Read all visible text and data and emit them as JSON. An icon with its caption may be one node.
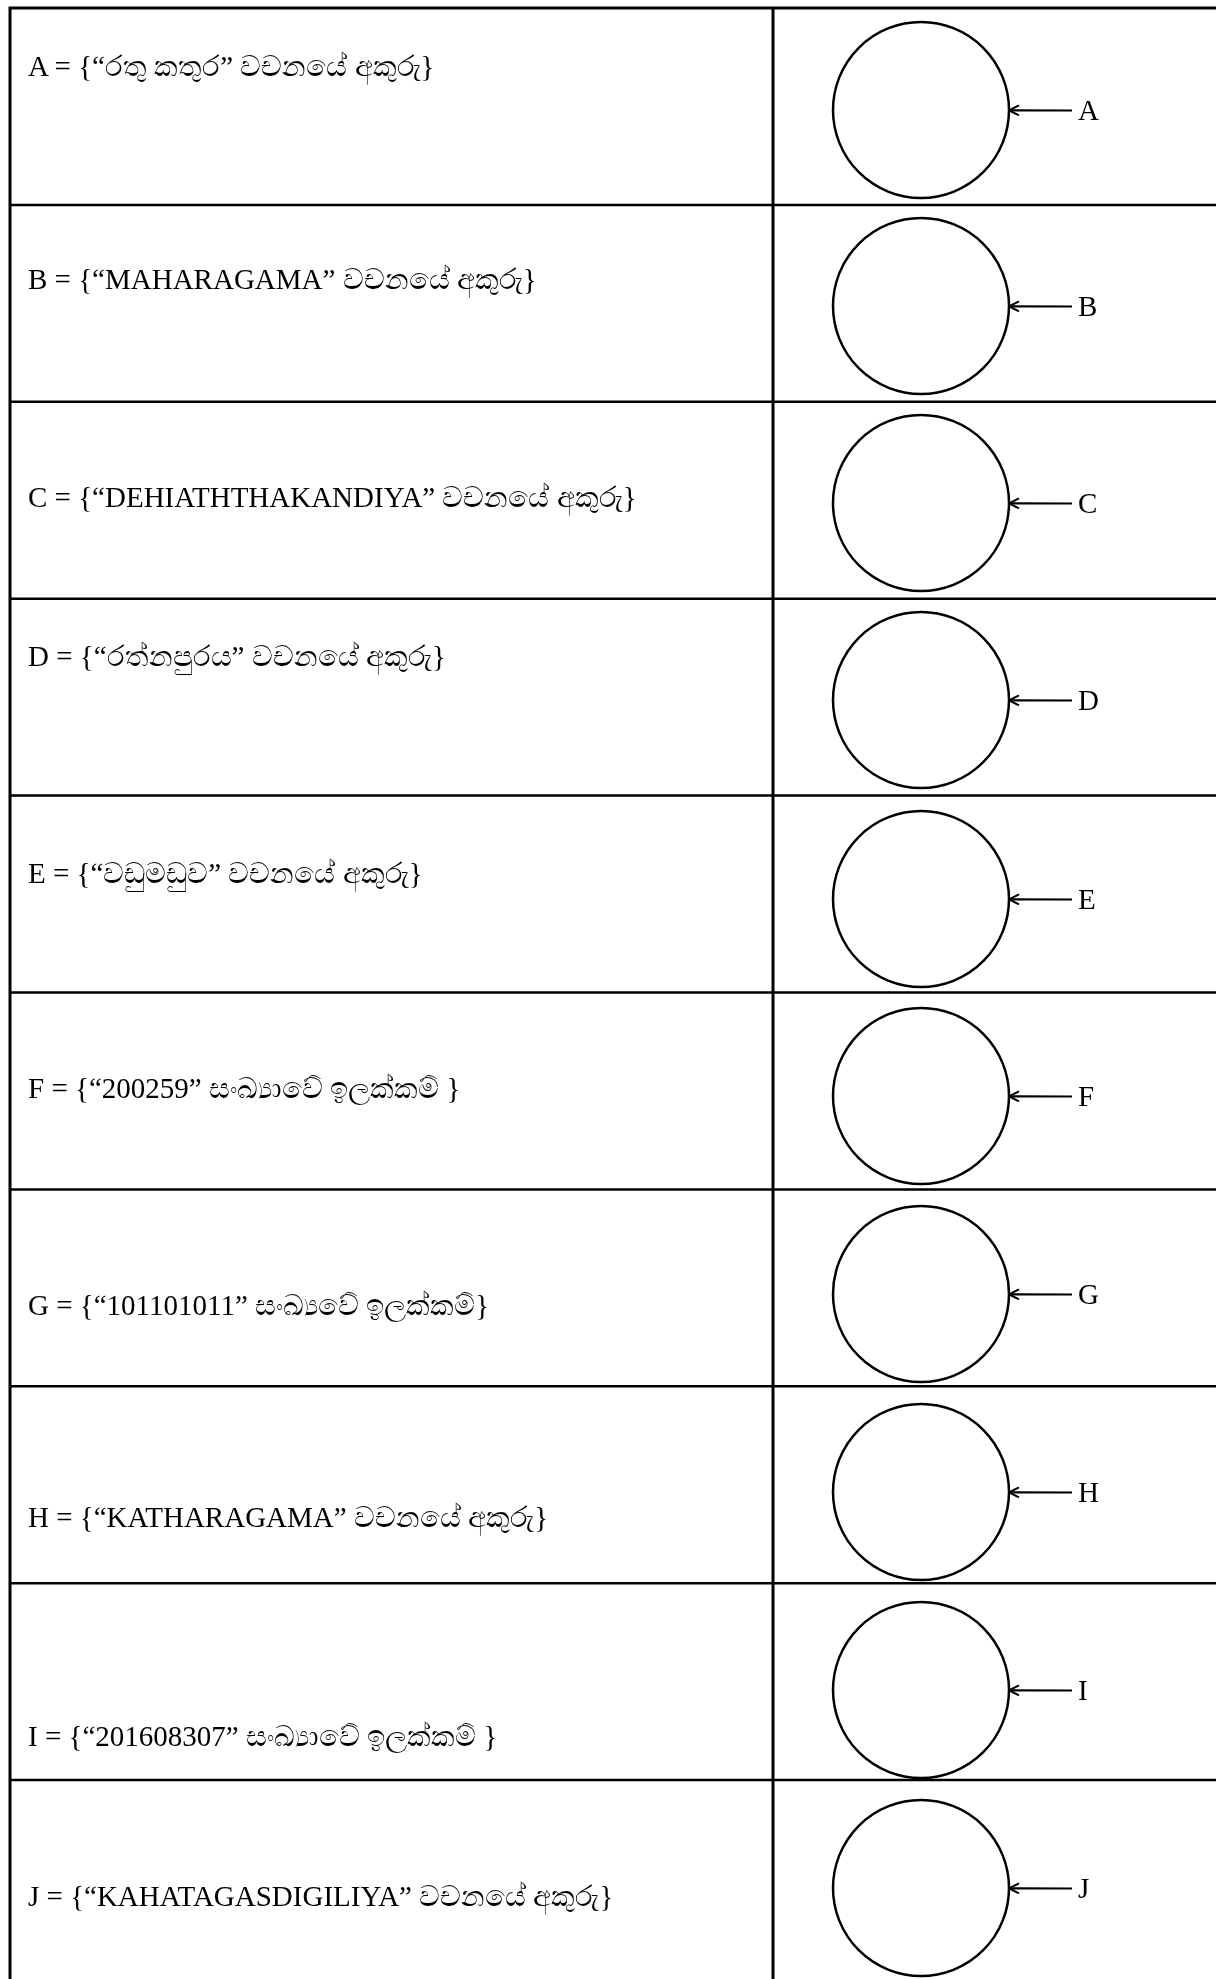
{
  "diagram": {
    "nodes": [
      {
        "text": [],
        "shape": "circle"
      },
      {
        "text": [
          "A"
        ]
      },
      {
        "text": [],
        "shape": "circle"
      },
      {
        "text": [
          "B"
        ]
      },
      {
        "text": [],
        "shape": "circle"
      },
      {
        "text": [
          "C"
        ]
      },
      {
        "text": [],
        "shape": "circle"
      },
      {
        "text": [
          "D"
        ]
      },
      {
        "text": [],
        "shape": "circle"
      },
      {
        "text": [
          "E"
        ]
      },
      {
        "text": [],
        "shape": "circle"
      },
      {
        "text": [
          "F"
        ]
      },
      {
        "text": [],
        "shape": "circle"
      },
      {
        "text": [
          "G"
        ]
      },
      {
        "text": [],
        "shape": "circle"
      },
      {
        "text": [
          "H"
        ]
      },
      {
        "text": [],
        "shape": "circle"
      },
      {
        "text": [
          "I"
        ]
      },
      {
        "text": [],
        "shape": "circle"
      },
      {
        "text": [
          "J"
        ]
      }
    ],
    "edges": [
      {
        "from": 1,
        "to": 0,
        "arrow": "to"
      },
      {
        "from": 3,
        "to": 2,
        "arrow": "to"
      },
      {
        "from": 5,
        "to": 4,
        "arrow": "to"
      },
      {
        "from": 7,
        "to": 6,
        "arrow": "to"
      },
      {
        "from": 9,
        "to": 8,
        "arrow": "to"
      },
      {
        "from": 11,
        "to": 10,
        "arrow": "to"
      },
      {
        "from": 13,
        "to": 12,
        "arrow": "to"
      },
      {
        "from": 15,
        "to": 14,
        "arrow": "to"
      },
      {
        "from": 17,
        "to": 16,
        "arrow": "to"
      },
      {
        "from": 19,
        "to": 18,
        "arrow": "to"
      }
    ],
    "labels": [
      "A = {“රතු කතුර” වචනයේ අකුරු}",
      "B = {“MAHARAGAMA” වචනයේ අකුරු}",
      "C = {“DEHIATHTHAKANDIYA” වචනයේ අකුරු}",
      "D = {“රත්නපුරය” වචනයේ අකුරු}",
      "E = {“වඩුමඩුව” වචනයේ අකුරු}",
      "F = {“200259” සංඛ්‍යාවේ ඉලක්කම් }",
      "G = {“101101011” සංඛ්‍යවේ ඉලක්කම්}",
      "H = {“KATHARAGAMA” වචනයේ අකුරු}",
      "I = {“201608307” සංඛ්‍යාවේ ඉලක්කම් }",
      "J = {“KAHATAGASDIGILIYA” වචනයේ අකුරු}"
    ]
  }
}
